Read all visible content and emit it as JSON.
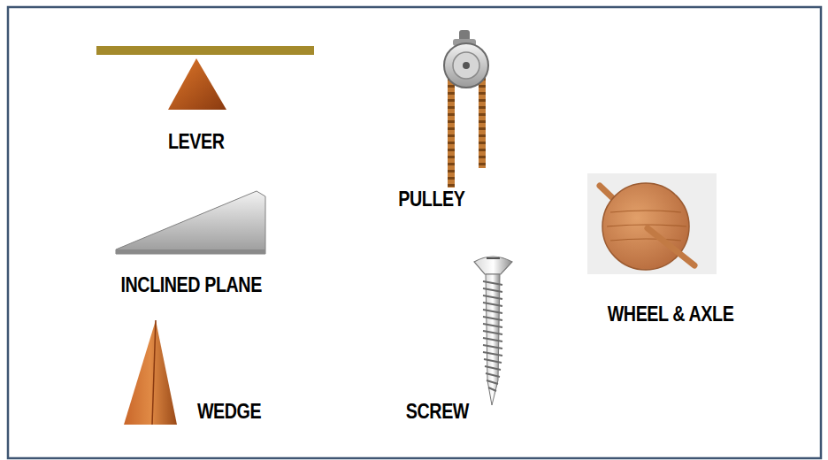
{
  "diagram": {
    "labels": [
      "LEVER",
      "PULLEY",
      "INCLINED PLANE",
      "WHEEL & AXLE",
      "WEDGE",
      "SCREW"
    ]
  }
}
